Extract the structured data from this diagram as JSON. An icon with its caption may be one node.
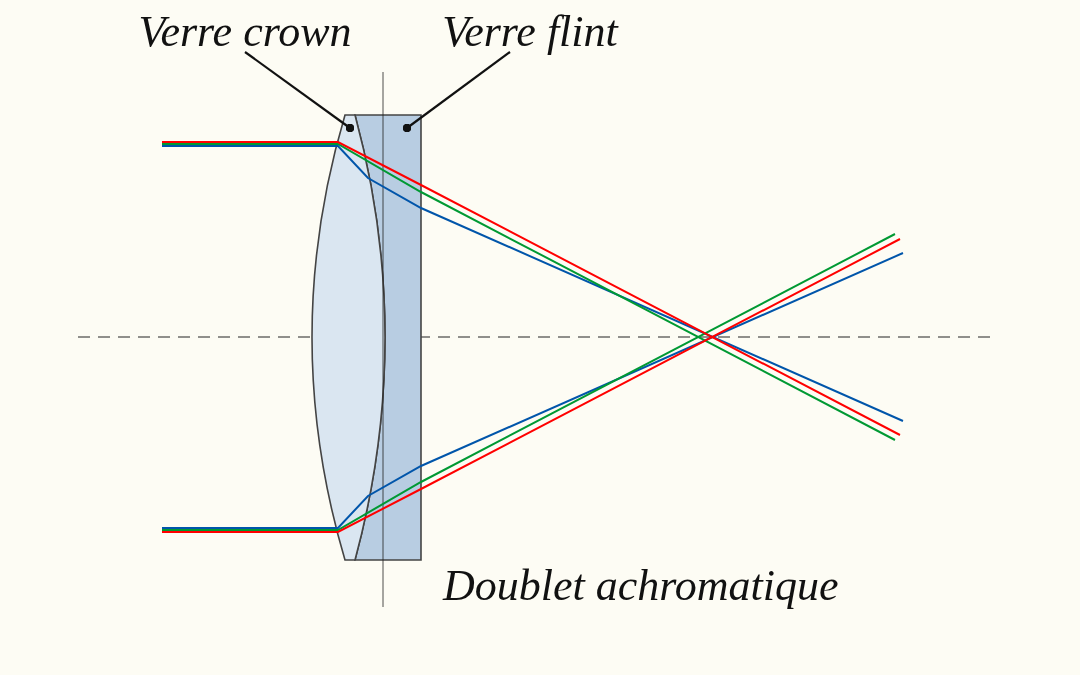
{
  "diagram": {
    "nodes": [
      {
        "text": [
          "Verre crown"
        ]
      },
      {
        "text": [
          "Verre flint"
        ]
      },
      {
        "text": [],
        "shape": "lens"
      },
      {
        "text": [],
        "shape": "box"
      }
    ],
    "edges": [
      {
        "from": 0,
        "to": 2,
        "arrow": "other"
      },
      {
        "from": 1,
        "to": 3,
        "arrow": "other"
      }
    ],
    "labels": [
      "Doublet achromatique"
    ]
  }
}
